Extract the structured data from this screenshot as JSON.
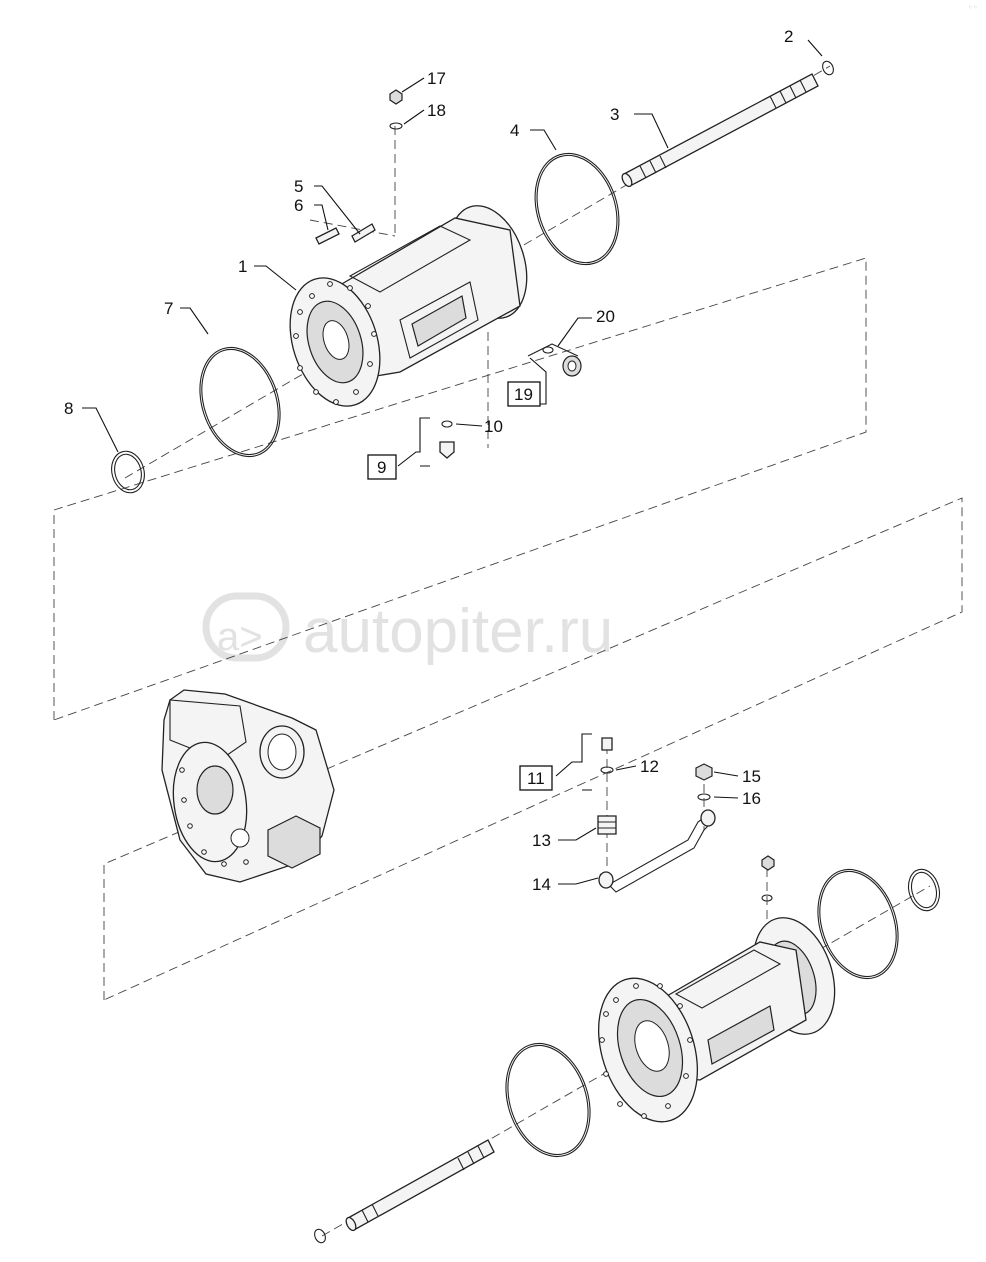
{
  "corner_tag": "◦◦",
  "watermark": {
    "logo_text": "a>",
    "site_text": "autopiter.ru"
  },
  "callouts": {
    "c1": "1",
    "c2": "2",
    "c3": "3",
    "c4": "4",
    "c5": "5",
    "c6": "6",
    "c7": "7",
    "c8": "8",
    "c10": "10",
    "c12": "12",
    "c13": "13",
    "c14": "14",
    "c15": "15",
    "c16": "16",
    "c17": "17",
    "c18": "18",
    "c20": "20"
  },
  "boxed_callouts": {
    "b9": "9",
    "b11": "11",
    "b19": "19"
  }
}
